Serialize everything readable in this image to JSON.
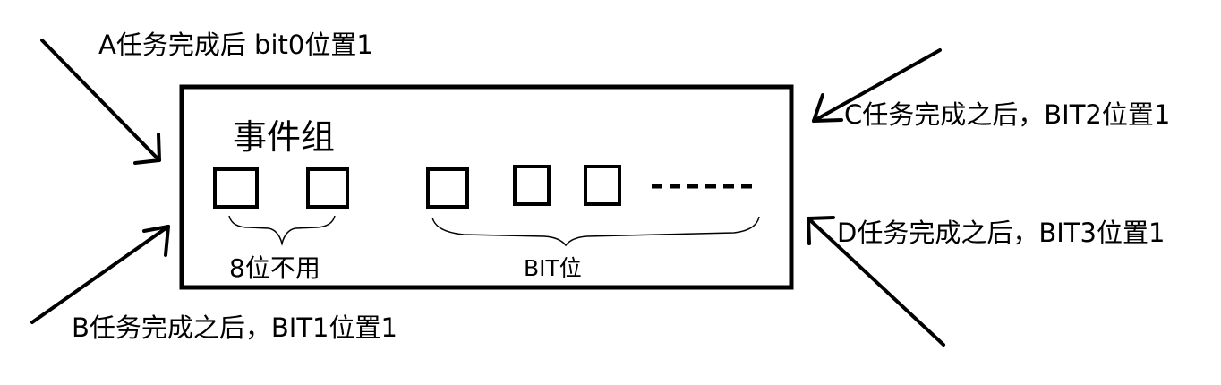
{
  "annotations": {
    "a": "A任务完成后 bit0位置1",
    "b": "B任务完成之后，BIT1位置1",
    "c": "C任务完成之后，BIT2位置1",
    "d": "D任务完成之后，BIT3位置1"
  },
  "box": {
    "title": "事件组",
    "unused_label": "8位不用",
    "bits_label": "BIT位",
    "ellipsis": "......"
  }
}
